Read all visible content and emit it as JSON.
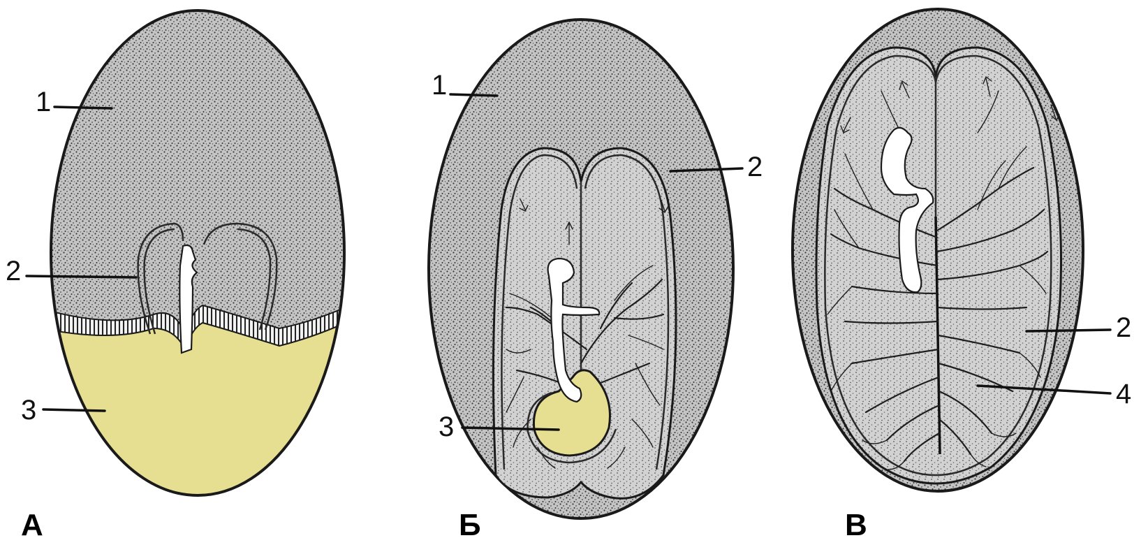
{
  "colors": {
    "stipple": "#bdbdbd",
    "yolk": "#e6df91",
    "outline": "#1a1a1a",
    "background": "#ffffff"
  },
  "panels": [
    {
      "id": "A",
      "label": "А",
      "callouts": [
        {
          "text": "1",
          "target": "stippled-body"
        },
        {
          "text": "2",
          "target": "fold"
        },
        {
          "text": "3",
          "target": "yolk"
        }
      ]
    },
    {
      "id": "B",
      "label": "Б",
      "callouts": [
        {
          "text": "1",
          "target": "stippled-body"
        },
        {
          "text": "2",
          "target": "fold"
        },
        {
          "text": "3",
          "target": "yolk"
        }
      ]
    },
    {
      "id": "C",
      "label": "В",
      "callouts": [
        {
          "text": "2",
          "target": "fold"
        },
        {
          "text": "4",
          "target": "vessel-network"
        }
      ]
    }
  ]
}
